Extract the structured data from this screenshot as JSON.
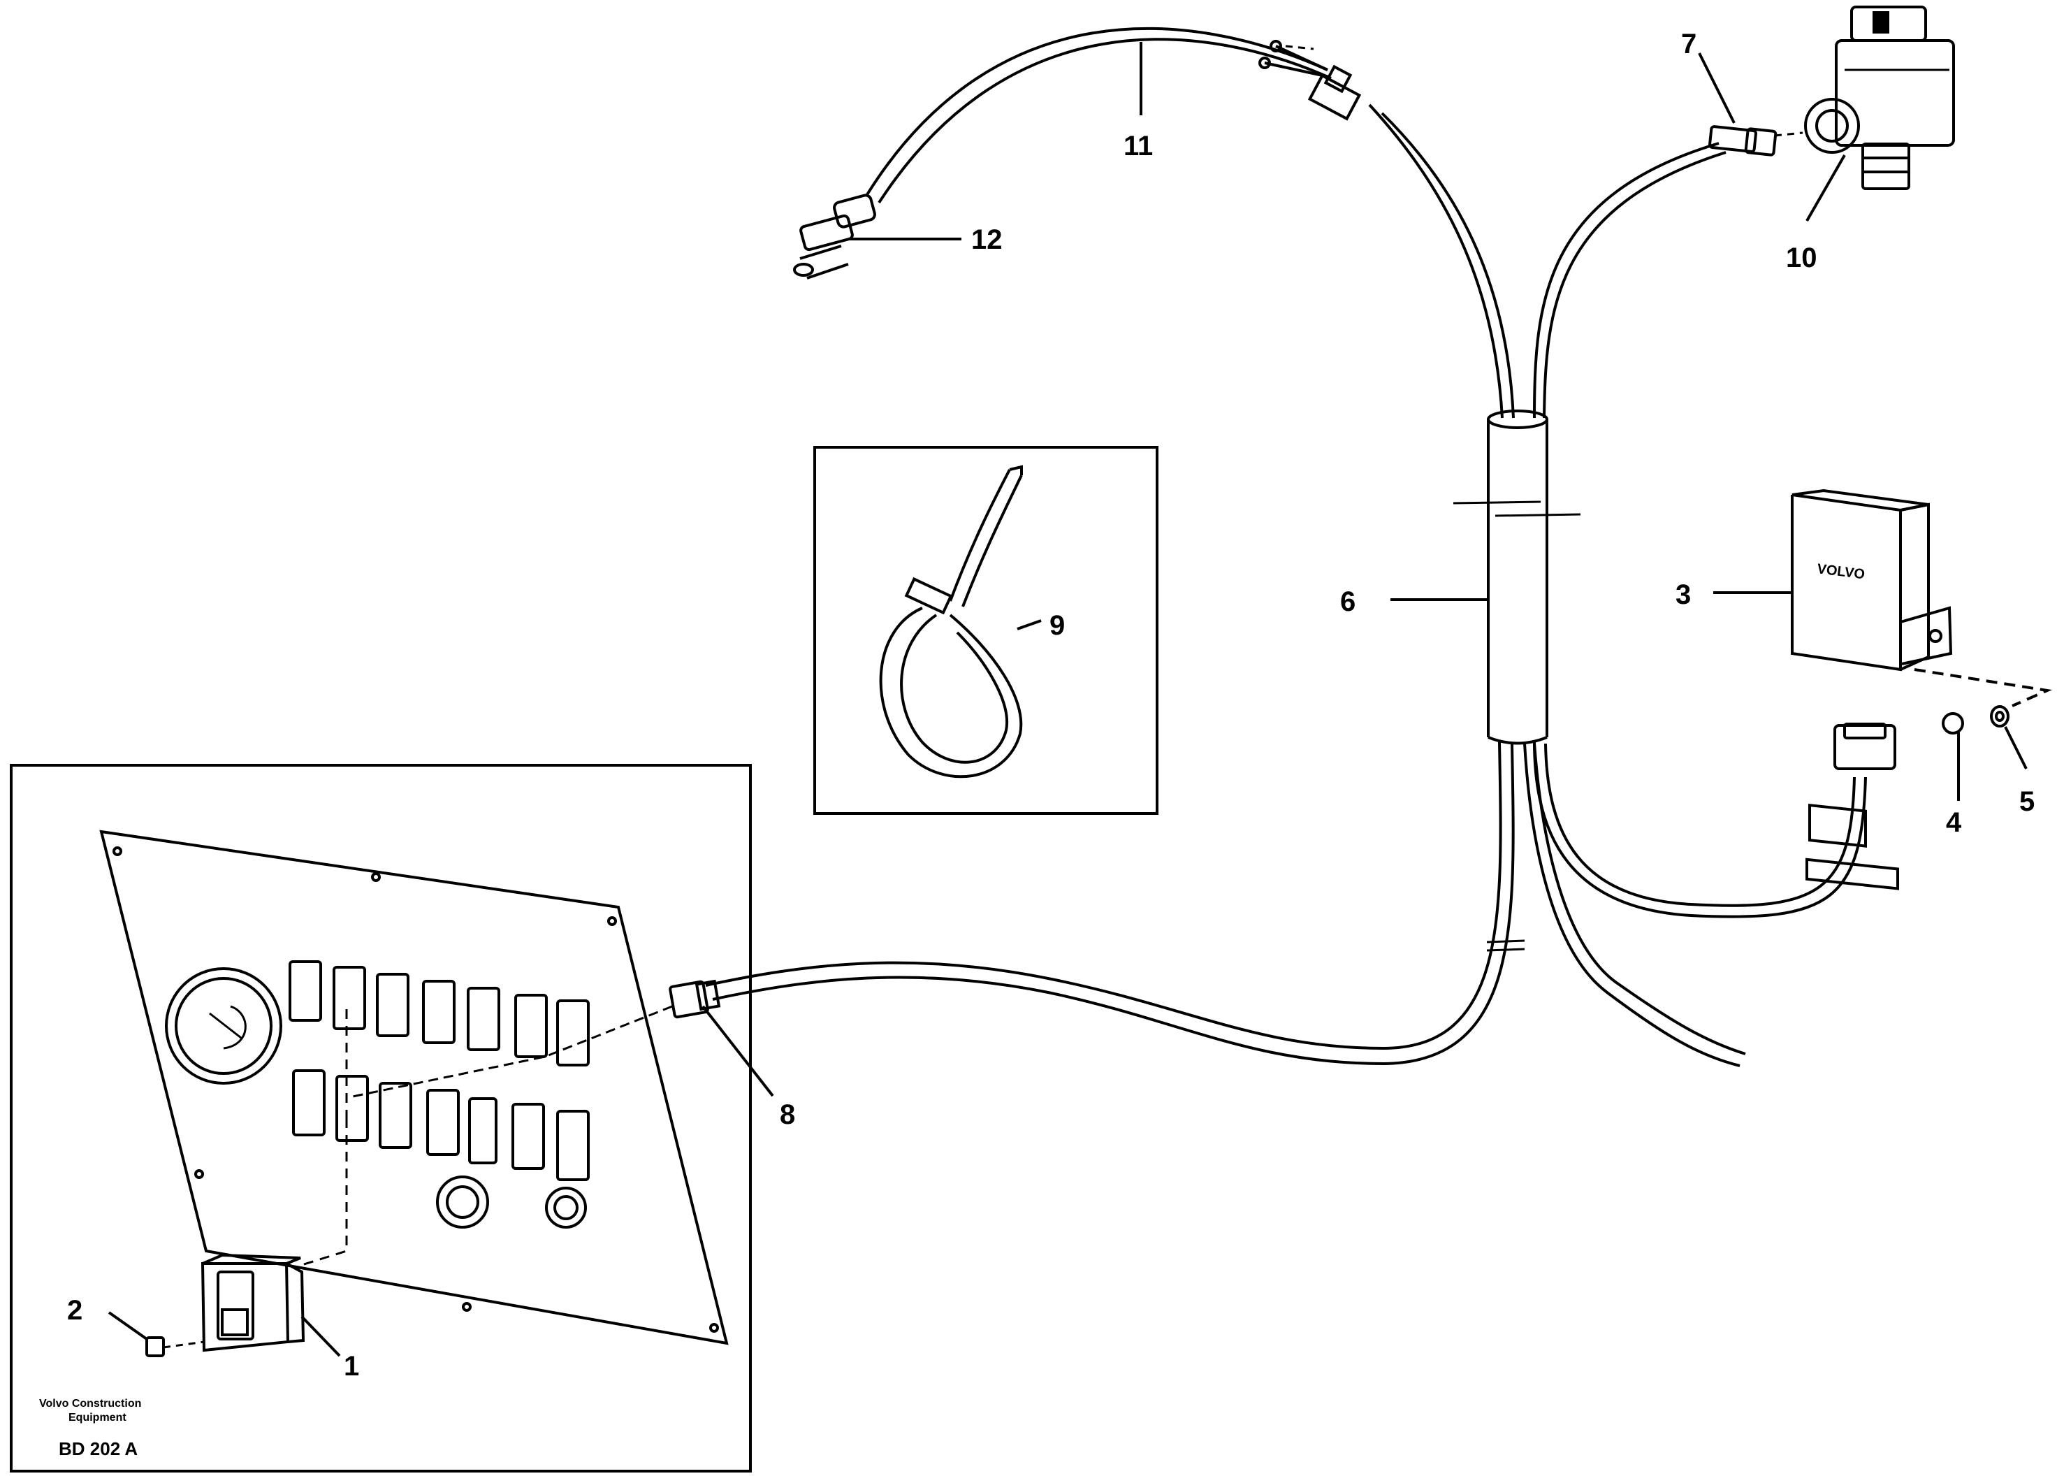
{
  "callouts": {
    "c1": "1",
    "c2": "2",
    "c3": "3",
    "c4": "4",
    "c5": "5",
    "c6": "6",
    "c7": "7",
    "c8": "8",
    "c9": "9",
    "c10": "10",
    "c11": "11",
    "c12": "12"
  },
  "footer": {
    "company_line1": "Volvo Construction",
    "company_line2": "Equipment",
    "drawing_code": "BD 202 A"
  },
  "relay_label": {
    "brand": "VOLVO"
  }
}
